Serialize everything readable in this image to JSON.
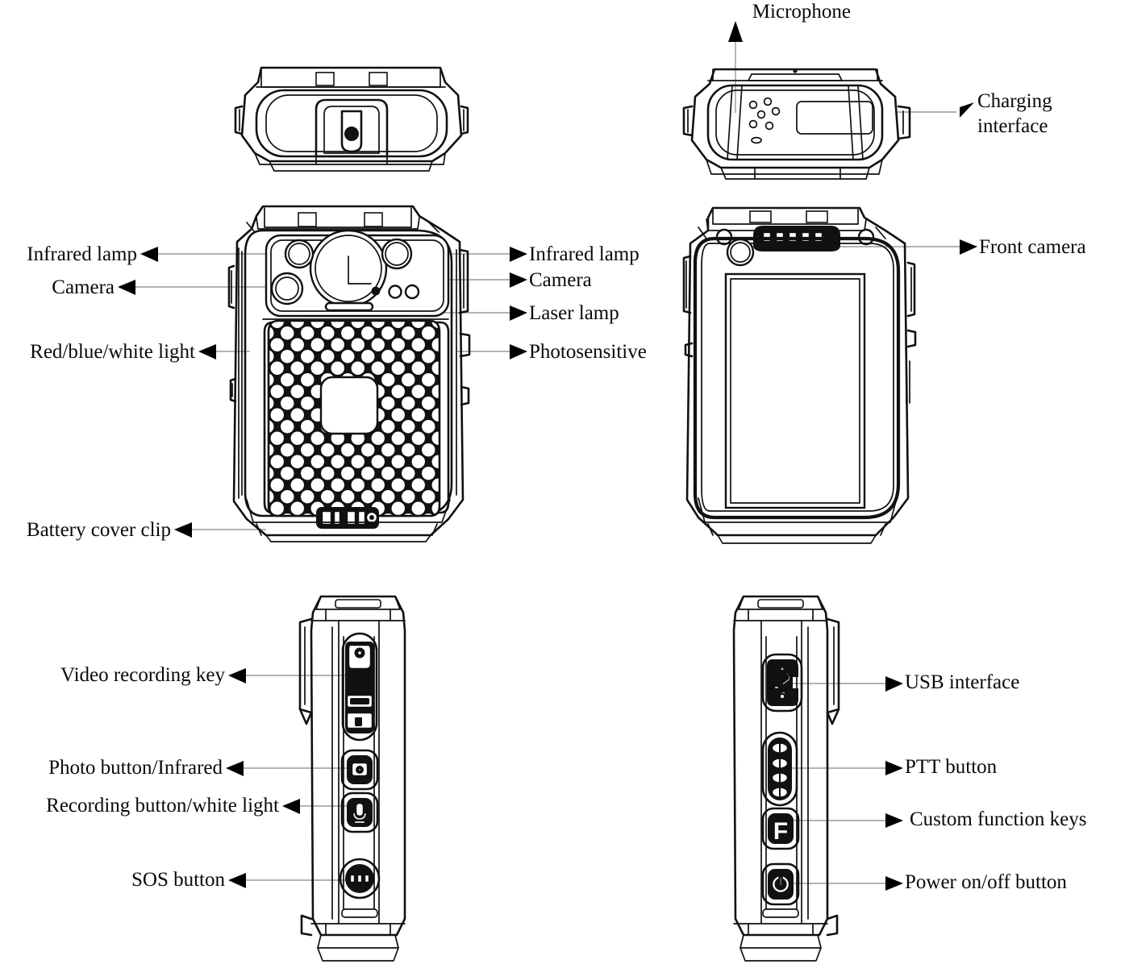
{
  "diagram": {
    "title": "Body worn camera component callout diagram",
    "line_color": "#9a9a9a",
    "ink_color": "#111111",
    "background": "#ffffff"
  },
  "views": [
    {
      "id": "top-view",
      "name": "Top view with battery clip"
    },
    {
      "id": "bottom-view",
      "name": "Bottom view with microphone and charging interface"
    },
    {
      "id": "front-view",
      "name": "Front view camera side"
    },
    {
      "id": "rear-view",
      "name": "Rear view screen side"
    },
    {
      "id": "left-side-view",
      "name": "Left side view with function buttons"
    },
    {
      "id": "right-side-view",
      "name": "Right side view with USB and power"
    }
  ],
  "callouts": {
    "microphone": "Microphone",
    "charging_interface_l1": "Charging",
    "charging_interface_l2": "interface",
    "infrared_lamp_left": "Infrared lamp",
    "camera_left": "Camera",
    "red_blue_white_light": "Red/blue/white light",
    "battery_cover_clip": "Battery cover clip",
    "infrared_lamp_right": "Infrared lamp",
    "camera_right": "Camera",
    "laser_lamp": "Laser lamp",
    "photosensitive": "Photosensitive",
    "front_camera": "Front camera",
    "video_recording_key": "Video recording key",
    "photo_button_infrared": "Photo button/Infrared",
    "recording_button_white": "Recording button/white light",
    "sos_button": "SOS button",
    "usb_interface": "USB interface",
    "ptt_button": "PTT button",
    "custom_function_keys": "Custom function keys",
    "power_button": "Power on/off button"
  },
  "icons": {
    "camcorder": "camcorder-icon",
    "photo": "photo-camera-icon",
    "microphone": "microphone-icon",
    "sos": "sos-icon",
    "usb": "usb-icon",
    "ptt": "ptt-dots-icon",
    "function_key": "F",
    "power": "power-icon"
  }
}
